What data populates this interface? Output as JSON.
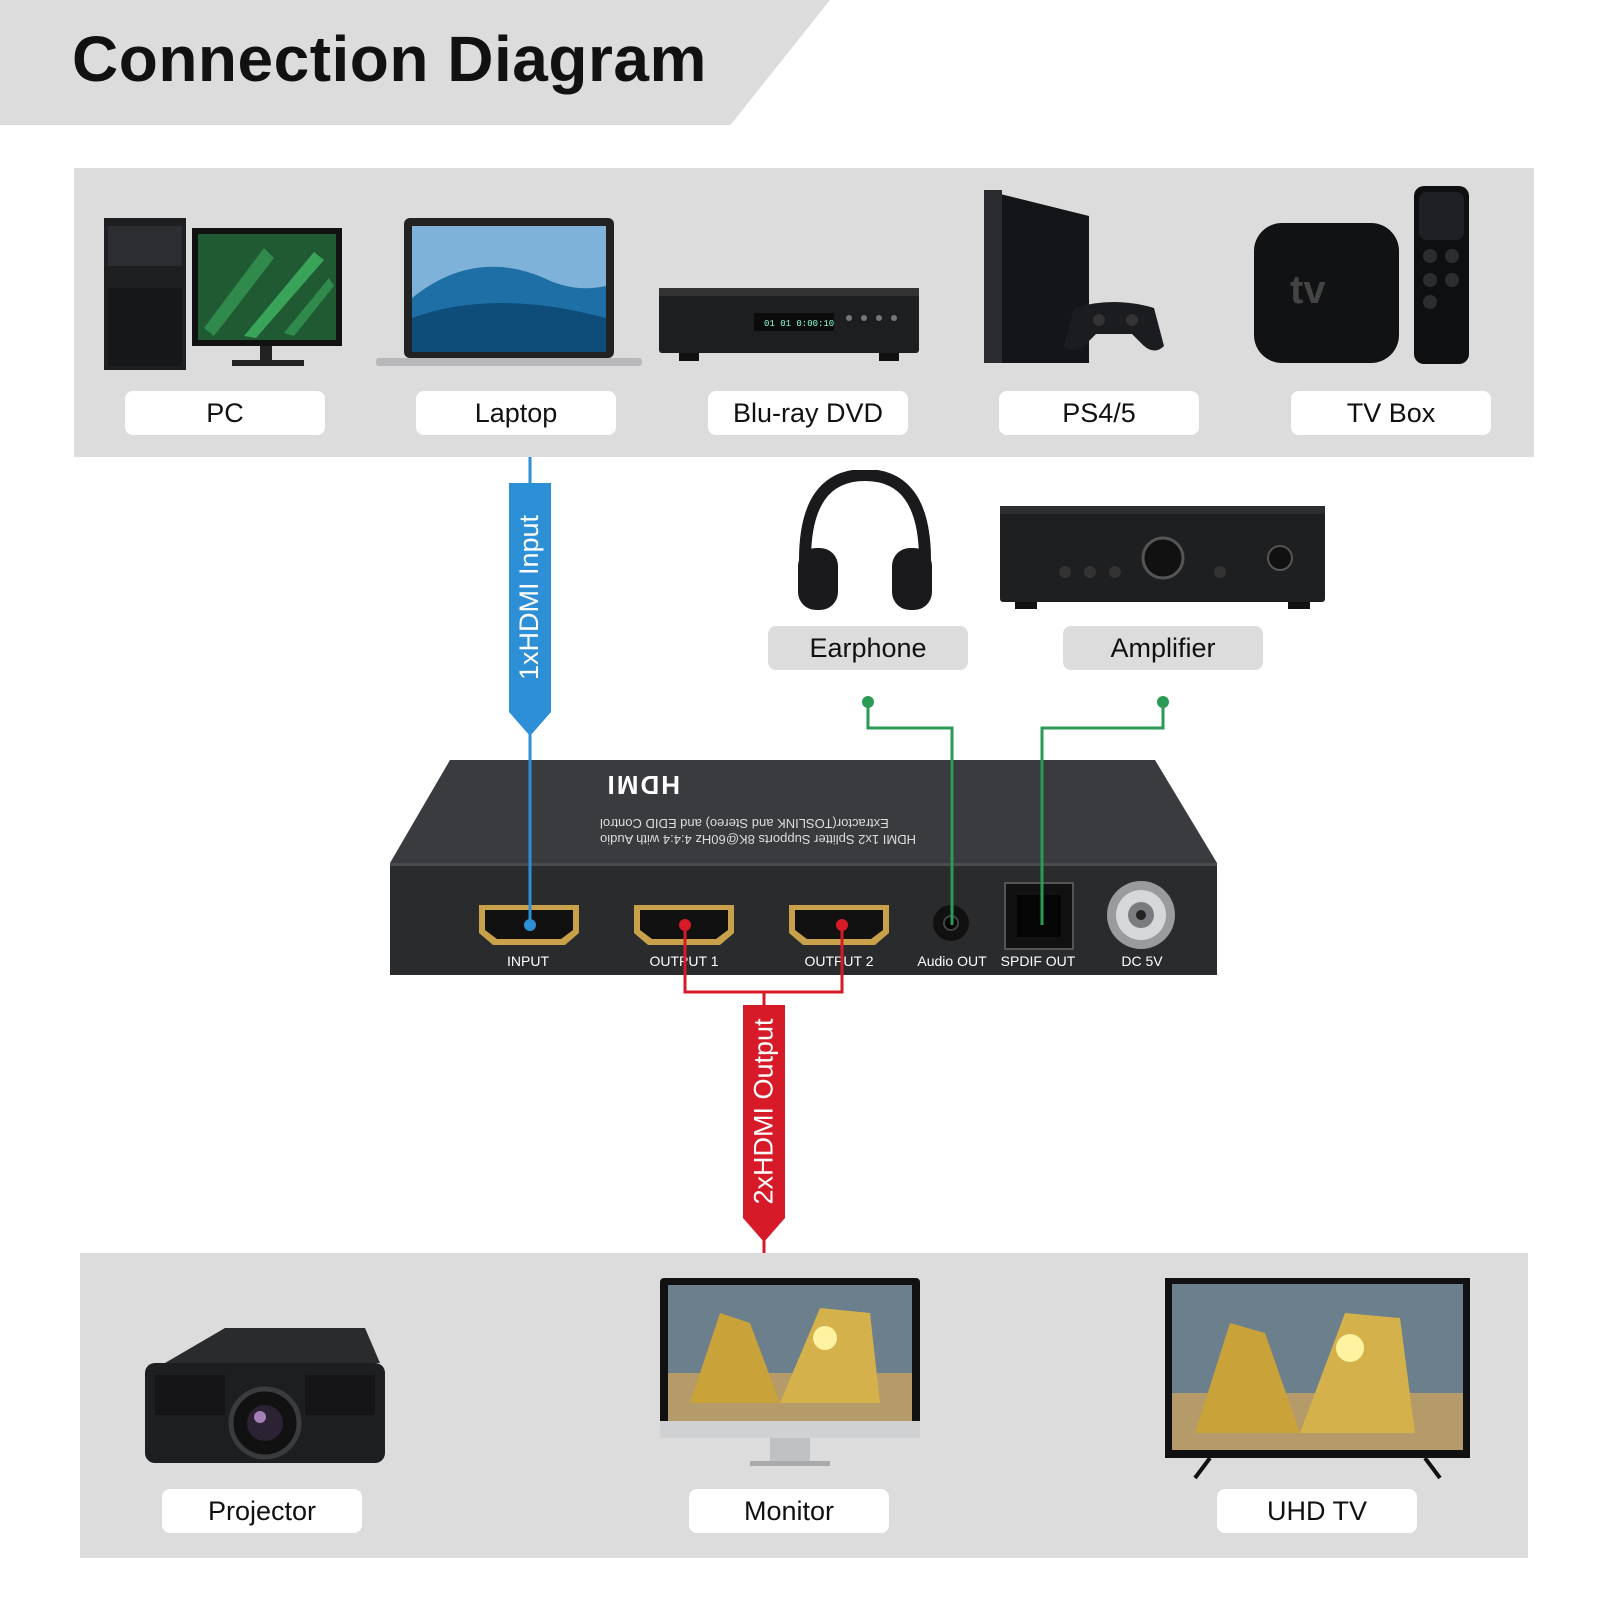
{
  "title": "Connection Diagram",
  "sources": [
    {
      "label": "PC",
      "icon": "pc-monitor-icon"
    },
    {
      "label": "Laptop",
      "icon": "laptop-icon"
    },
    {
      "label": "Blu-ray DVD",
      "icon": "bluray-player-icon"
    },
    {
      "label": "PS4/5",
      "icon": "game-console-icon"
    },
    {
      "label": "TV Box",
      "icon": "tv-box-icon"
    }
  ],
  "audio_devices": [
    {
      "label": "Earphone",
      "icon": "headphones-icon"
    },
    {
      "label": "Amplifier",
      "icon": "amplifier-icon"
    }
  ],
  "input_banner": "1xHDMI Input",
  "output_banner": "2xHDMI Output",
  "splitter": {
    "logo": "HDMI",
    "description_line1": "HDMI 1x2 Splitter Supports 8K@60Hz 4:4:4 with Audio",
    "description_line2": "Extractor(TOSLINK and Stereo) and EDID Control",
    "ports": [
      "INPUT",
      "OUTPUT 1",
      "OUTPUT 2",
      "Audio OUT",
      "SPDIF OUT",
      "DC 5V"
    ]
  },
  "displays": [
    {
      "label": "Projector",
      "icon": "projector-icon"
    },
    {
      "label": "Monitor",
      "icon": "monitor-icon"
    },
    {
      "label": "UHD TV",
      "icon": "uhd-tv-icon"
    }
  ],
  "colors": {
    "input_line": "#2d8fd5",
    "output_line": "#d71a28",
    "audio_line": "#2a9a55",
    "panel_bg": "#dcdcdc",
    "device_body": "#2b2c2e"
  }
}
